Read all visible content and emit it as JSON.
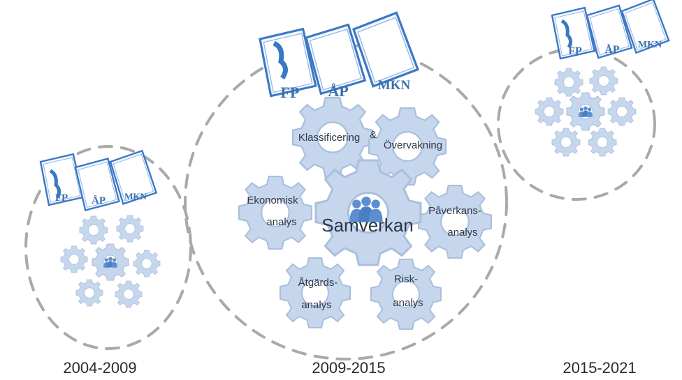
{
  "periods": [
    {
      "year": "2004-2009",
      "docs": [
        "FP",
        "ÅP",
        "MKN"
      ]
    },
    {
      "year": "2009-2015",
      "docs": [
        "FP",
        "ÅP",
        "MKN"
      ]
    },
    {
      "year": "2015-2021",
      "docs": [
        "FP",
        "ÅP",
        "MKN"
      ]
    }
  ],
  "center": {
    "title": "Samverkan",
    "gears": [
      {
        "line1": "Klassificering",
        "line2": ""
      },
      {
        "line1": "Övervakning",
        "line2": ""
      },
      {
        "line1": "Påverkans-",
        "line2": "analys"
      },
      {
        "line1": "Risk-",
        "line2": "analys"
      },
      {
        "line1": "Åtgärds-",
        "line2": "analys"
      },
      {
        "line1": "Ekonomisk",
        "line2": "analys"
      }
    ],
    "amp": "&"
  },
  "colors": {
    "gear_fill": "#c6d6ec",
    "gear_stroke": "#a9bfdd",
    "hub": "#ffffff",
    "people": "#5b8fd0",
    "dash": "#a9a9a9"
  }
}
